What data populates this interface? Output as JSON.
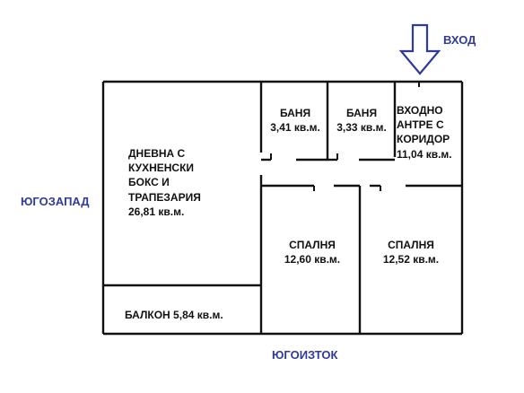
{
  "directions": {
    "entrance": "ВХОД",
    "southwest": "ЮГОЗАПАД",
    "southeast": "ЮГОИЗТОК"
  },
  "rooms": {
    "living": [
      "ДНЕВНА С",
      "КУХНЕНСКИ",
      "БОКС И",
      "ТРАПЕЗАРИЯ",
      "26,81 кв.м."
    ],
    "bath1": [
      "БАНЯ",
      "3,41 кв.м."
    ],
    "bath2": [
      "БАНЯ",
      "3,33 кв.м."
    ],
    "hall": [
      "ВХОДНО",
      "АНТРЕ С",
      "КОРИДОР",
      "11,04 кв.м."
    ],
    "bedroom1": [
      "СПАЛНЯ",
      "12,60 кв.м."
    ],
    "bedroom2": [
      "СПАЛНЯ",
      "12,52 кв.м."
    ],
    "balcony": "БАЛКОН 5,84 кв.м."
  },
  "colors": {
    "walls": "#111111",
    "accent": "#2f3b9c",
    "arrow_stroke": "#2f3b9c"
  },
  "icons": {
    "entrance_arrow": "down-arrow-icon"
  }
}
